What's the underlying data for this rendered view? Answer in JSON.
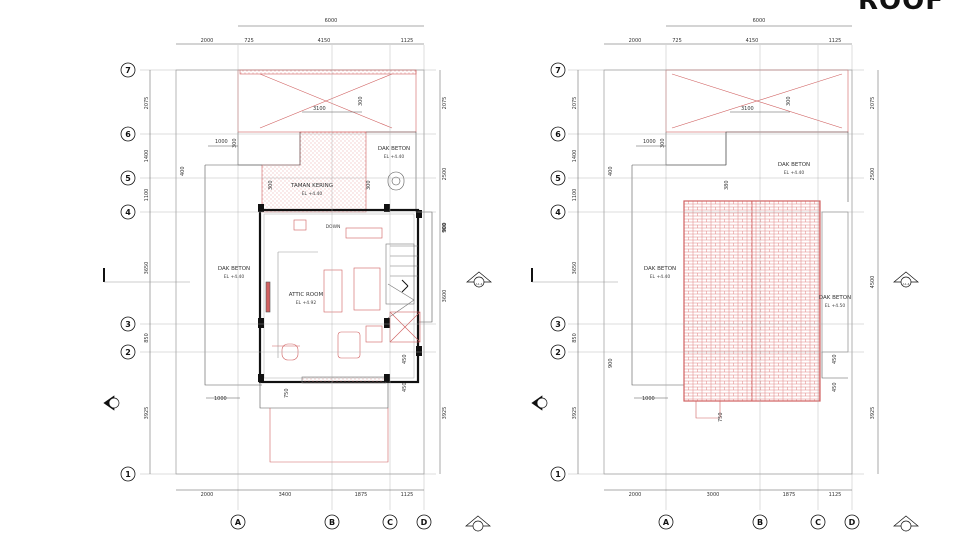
{
  "sheet_title": "ROOF",
  "left_plan": {
    "dims_top_total": "6000",
    "dims_top": [
      "2000",
      "725",
      "4150",
      "1125"
    ],
    "dims_bottom": [
      "2000",
      "3400",
      "1875",
      "1125"
    ],
    "dims_left": [
      "2075",
      "1400",
      "1100",
      "3650",
      "850",
      "3925"
    ],
    "dims_right": [
      "2075",
      "2500",
      "900",
      "3600",
      "3925"
    ],
    "inner_dims": [
      "3100",
      "300",
      "1000",
      "300",
      "300",
      "300",
      "400",
      "900",
      "450",
      "450",
      "1000",
      "750"
    ],
    "grid_rows": [
      "7",
      "6",
      "5",
      "4",
      "3",
      "2",
      "1"
    ],
    "grid_cols": [
      "A",
      "B",
      "C",
      "D"
    ],
    "labels": {
      "dak_beton_top": "DAK BETON",
      "dak_beton_top_el": "EL +4.40",
      "taman_kering": "TAMAN KERING",
      "taman_kering_el": "EL +4.40",
      "dak_beton_left": "DAK BETON",
      "dak_beton_left_el": "EL +4.40",
      "attic_room": "ATTIC ROOM",
      "attic_room_el": "EL +4.92",
      "down": "DOWN"
    },
    "section_mark": "I",
    "marker": "A1-4"
  },
  "right_plan": {
    "dims_top_total": "6000",
    "dims_top": [
      "2000",
      "725",
      "4150",
      "1125"
    ],
    "dims_bottom": [
      "2000",
      "3000",
      "1875",
      "1125"
    ],
    "dims_left": [
      "2075",
      "1400",
      "1100",
      "3650",
      "850",
      "3925"
    ],
    "dims_right": [
      "2075",
      "2500",
      "4500",
      "3925"
    ],
    "inner_dims": [
      "3100",
      "300",
      "1000",
      "300",
      "380",
      "400",
      "900",
      "450",
      "450",
      "1000",
      "750"
    ],
    "grid_rows": [
      "7",
      "6",
      "5",
      "4",
      "3",
      "2",
      "1"
    ],
    "grid_cols": [
      "A",
      "B",
      "C",
      "D"
    ],
    "labels": {
      "dak_beton_top": "DAK BETON",
      "dak_beton_top_el": "EL +4.40",
      "dak_beton_left": "DAK BETON",
      "dak_beton_left_el": "EL +4.40",
      "dak_beton_right": "DAK BETON",
      "dak_beton_right_el": "EL +4.50"
    },
    "section_mark": "I",
    "marker": "A1-4"
  },
  "colors": {
    "line": "#444444",
    "thin": "#777777",
    "red": "#d06060",
    "hatch": "#e08080",
    "wall": "#111111"
  }
}
